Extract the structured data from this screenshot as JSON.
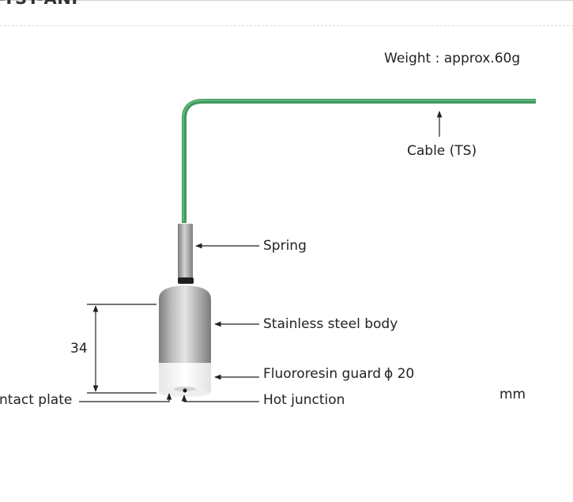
{
  "page": {
    "heading": "-TST-ANP"
  },
  "diagram": {
    "weight": "Weight : approx.60g",
    "labels": {
      "cable": "Cable (TS)",
      "spring": "Spring",
      "body": "Stainless steel body",
      "guard": "Fluororesin guard",
      "guard_diameter": "ϕ 20",
      "hot_junction": "Hot junction",
      "contact_plate": "ntact plate"
    },
    "dimension": {
      "value": "34"
    },
    "unit": "mm",
    "colors": {
      "cable": "#3f9a5e",
      "steel_dark": "#8d8d8d",
      "steel_light": "#e2e2e2",
      "guard": "#f4f4f4",
      "line": "#222222"
    }
  }
}
